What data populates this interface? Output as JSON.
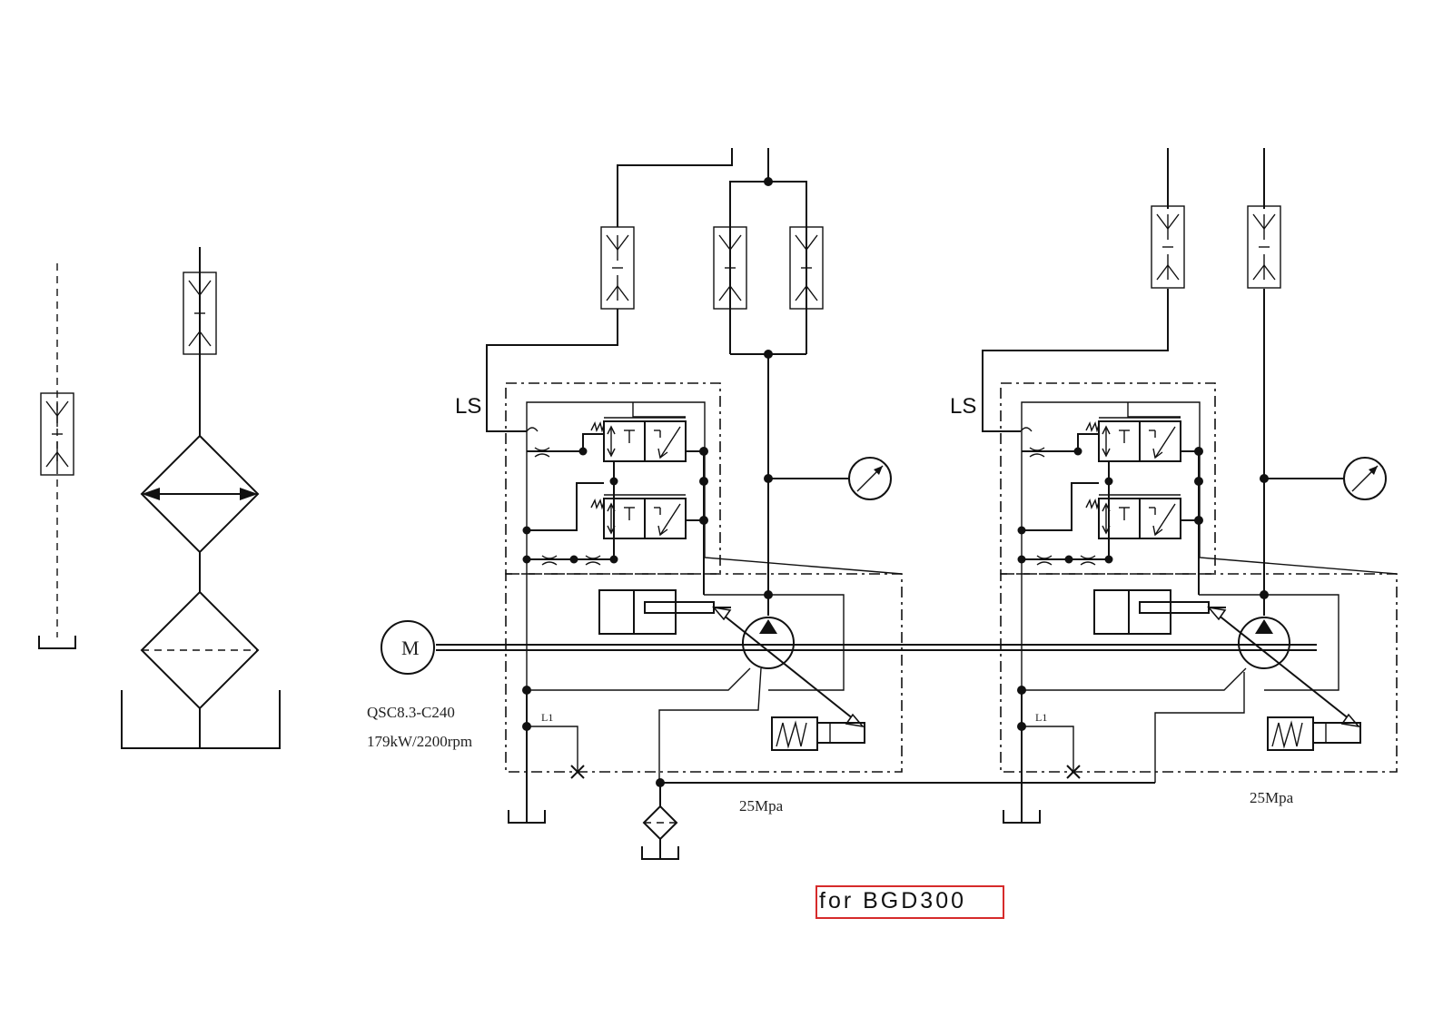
{
  "labels": {
    "ls_left": "LS",
    "ls_right": "LS",
    "motor": "M",
    "engine_model": "QSC8.3-C240",
    "engine_power": "179kW/2200rpm",
    "l1_left": "L1",
    "l1_right": "L1",
    "pressure_left": "25Mpa",
    "pressure_right": "25Mpa"
  },
  "tag": {
    "text": "for BGD300",
    "border_color": "#d62b2b"
  },
  "colors": {
    "line": "#111111",
    "background": "#ffffff"
  }
}
